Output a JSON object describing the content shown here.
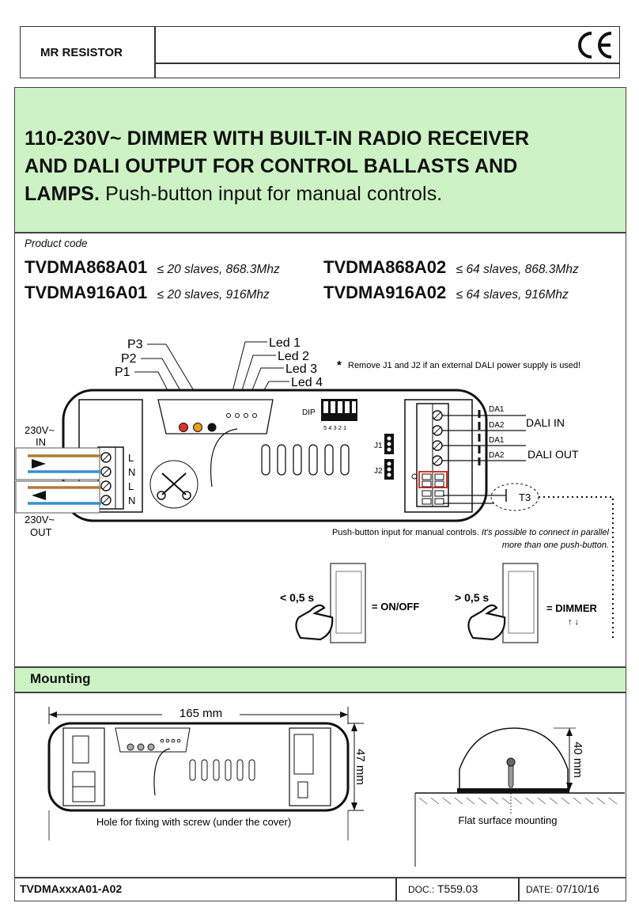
{
  "header": {
    "brand": "MR RESISTOR",
    "ce_mark": "CE"
  },
  "title": {
    "bold": "110-230V~ DIMMER WITH BUILT-IN RADIO RECEIVER AND DALI OUTPUT FOR CONTROL BALLASTS AND LAMPS.",
    "bold_lines": [
      "110-230V~ DIMMER WITH BUILT-IN RADIO RECEIVER",
      "AND DALI OUTPUT FOR CONTROL BALLASTS AND",
      "LAMPS."
    ],
    "normal": "Push-button input for manual controls."
  },
  "product": {
    "label": "Product code",
    "codes": [
      {
        "code": "TVDMA868A01",
        "note": "≤ 20 slaves, 868.3Mhz"
      },
      {
        "code": "TVDMA868A02",
        "note": "≤ 64 slaves, 868.3Mhz"
      },
      {
        "code": "TVDMA916A01",
        "note": "≤ 20 slaves, 916Mhz"
      },
      {
        "code": "TVDMA916A02",
        "note": "≤ 64 slaves, 916Mhz"
      }
    ]
  },
  "wiring": {
    "buttons": [
      "P3",
      "P2",
      "P1"
    ],
    "leds": [
      "Led 1",
      "Led 2",
      "Led 3",
      "Led 4"
    ],
    "note_star": "*",
    "note": "Remove J1 and J2 if an external DALI power supply is used!",
    "input_label": "230V~\nIN",
    "output_label": "230V~\nOUT",
    "terminals_left": [
      "L",
      "N",
      "L",
      "N"
    ],
    "dip_label": "DIP",
    "dip_numbers": "5 4 3 2 1",
    "jumpers": [
      "J1",
      "J2"
    ],
    "dali_terms": [
      "DA1",
      "DA2",
      "DA1",
      "DA2"
    ],
    "dali_in": "DALI IN",
    "dali_out": "DALI OUT",
    "t3": "T3",
    "pushbutton_note": "Push-button input for manual controls.",
    "pushbutton_note_italic": "It's possible to connect in parallel",
    "pushbutton_note_italic2": "more than one push-button.",
    "short_press": "< 0,5 s",
    "short_action": "= ON/OFF",
    "long_press": "> 0,5 s",
    "long_action": "= DIMMER",
    "dimmer_arrows": "↑ ↓"
  },
  "mounting": {
    "title": "Mounting",
    "width": "165 mm",
    "height": "47 mm",
    "depth": "40 mm",
    "hole_note": "Hole for fixing with screw (under the cover)",
    "flat_note": "Flat surface mounting"
  },
  "footer": {
    "model": "TVDMAxxxA01-A02",
    "doc_label": "DOC.:",
    "doc_value": "T559.03",
    "date_label": "DATE:",
    "date_value": "07/10/16"
  },
  "colors": {
    "green_band": "#cdf3c5",
    "wire_brown": "#b07a3a",
    "wire_blue": "#3a8fd0",
    "led_red": "#e0312b",
    "led_orange": "#f29a1c",
    "highlight_red": "#d9342b"
  }
}
